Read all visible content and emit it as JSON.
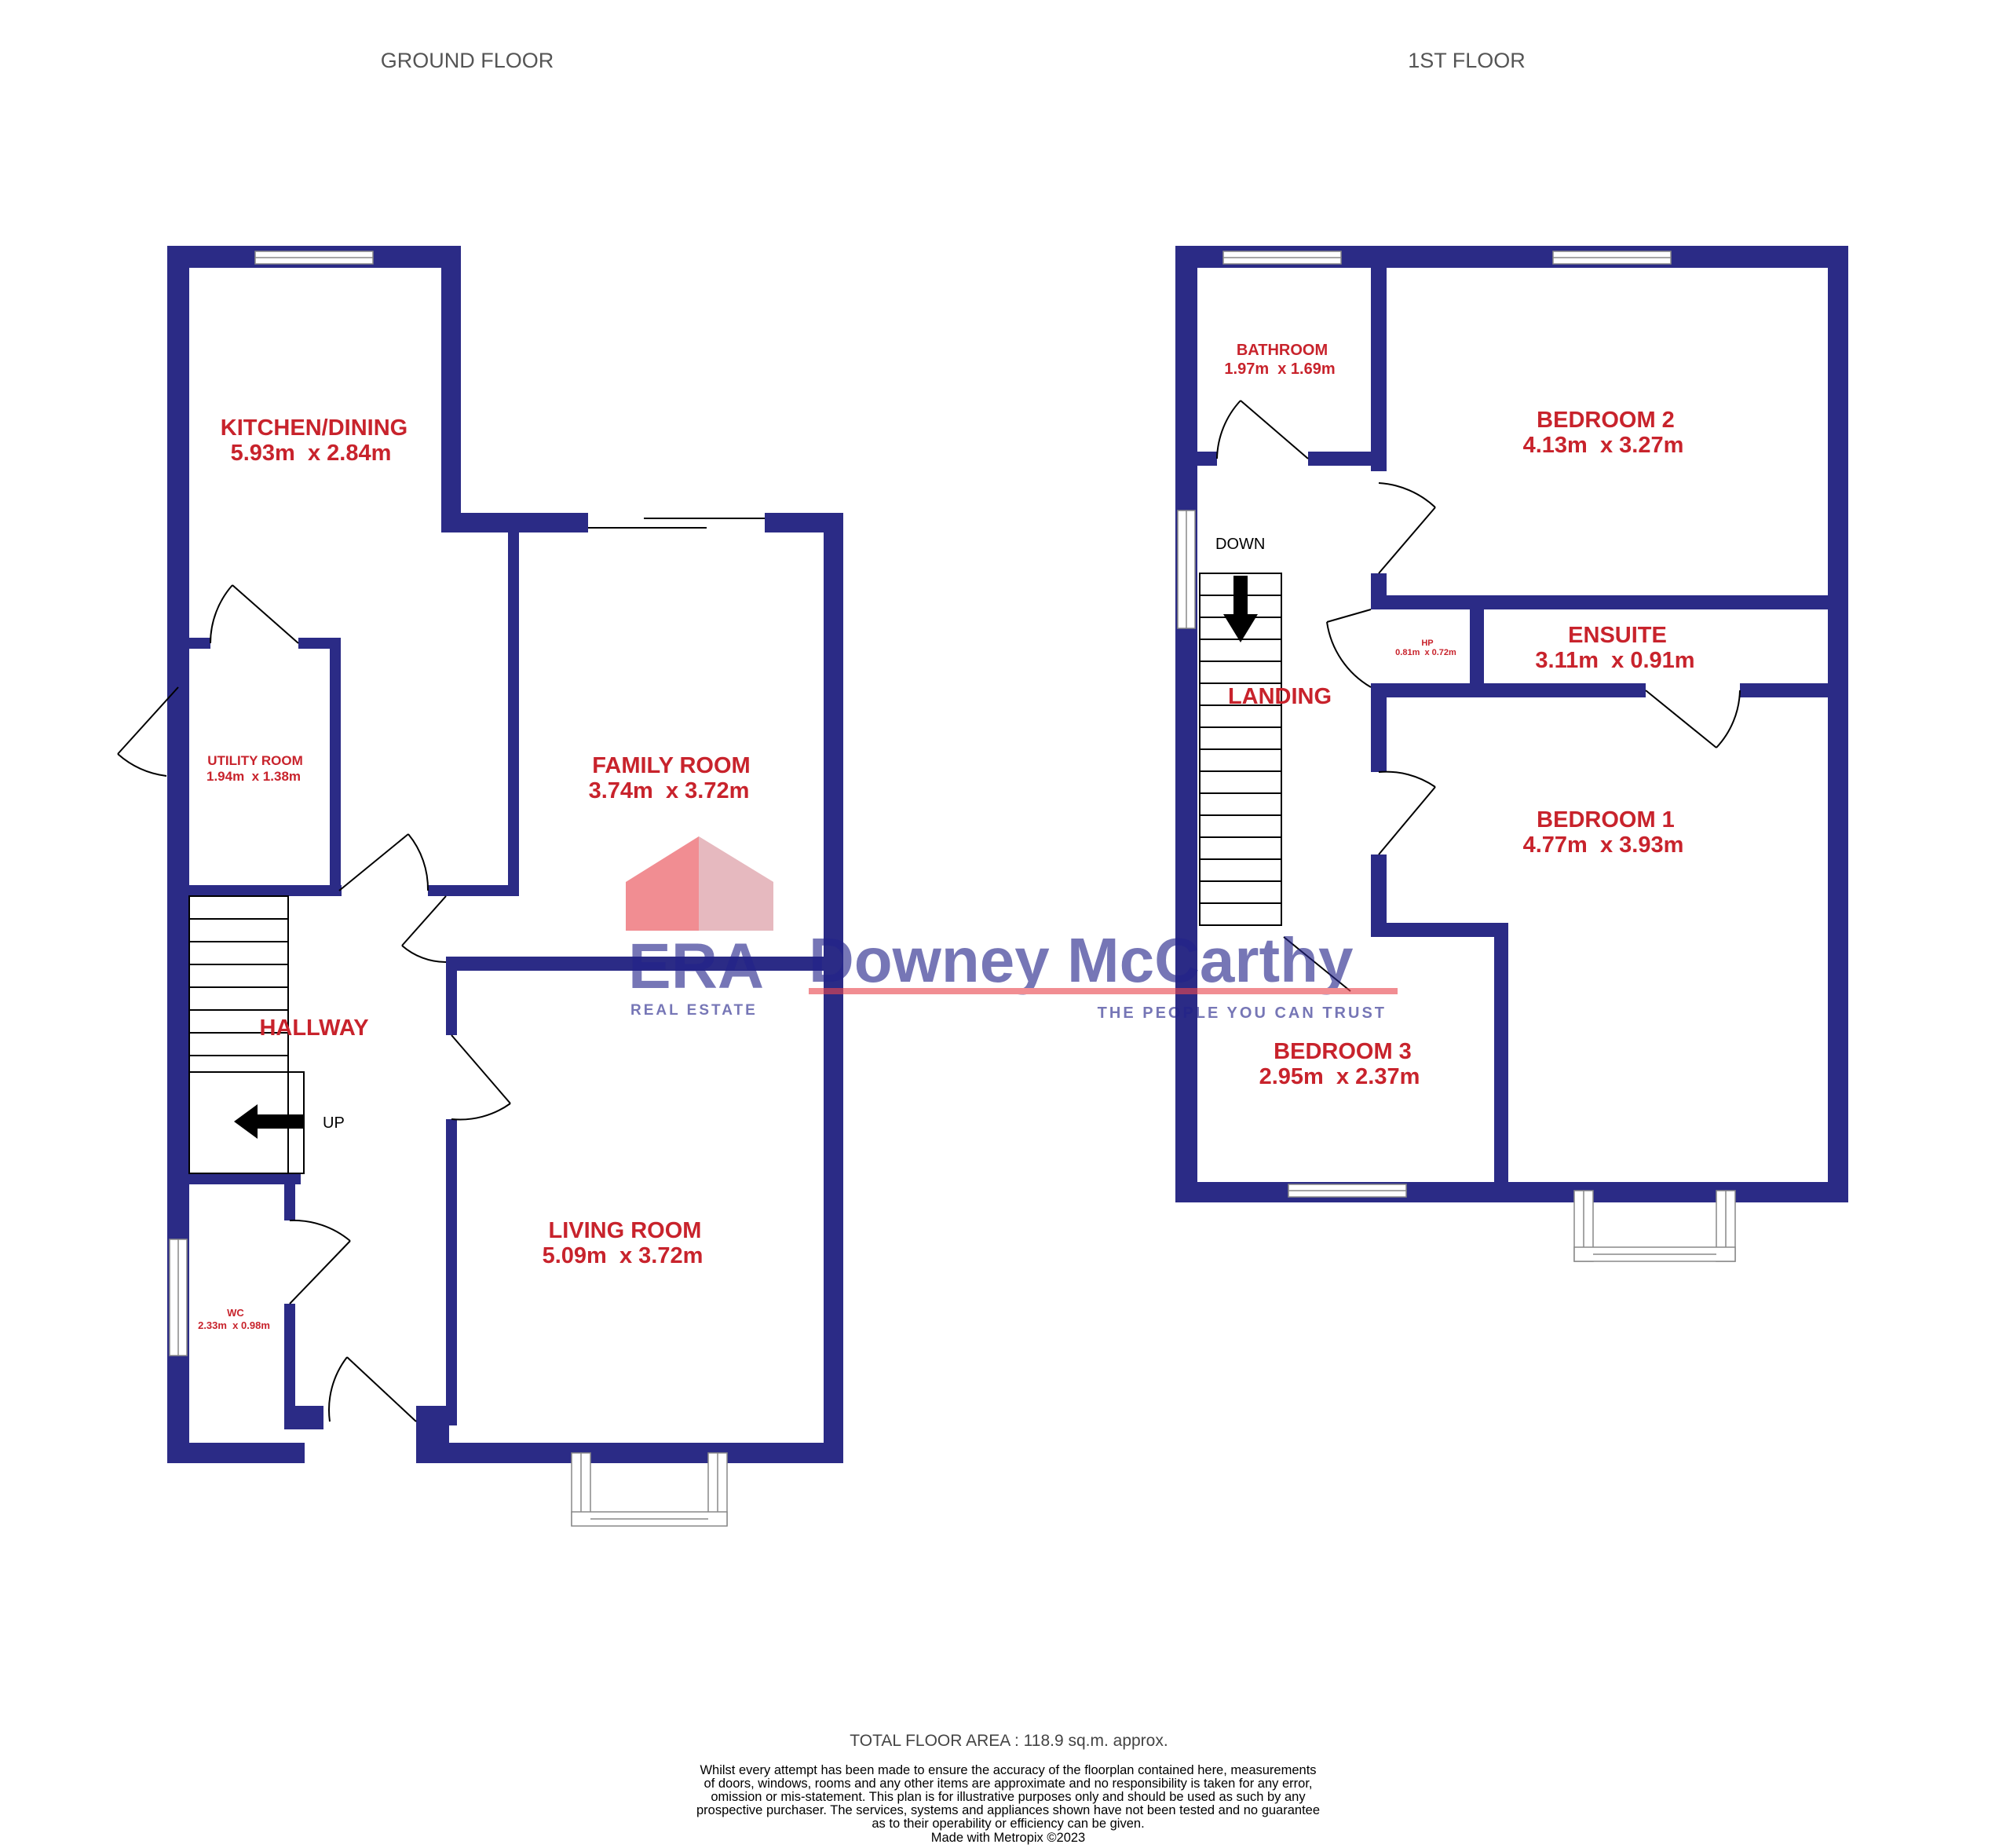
{
  "floors": {
    "ground": "GROUND FLOOR",
    "first": "1ST FLOOR"
  },
  "rooms": {
    "kitchen": {
      "name": "KITCHEN/DINING",
      "dims": "5.93m  x 2.84m"
    },
    "utility": {
      "name": "UTILITY ROOM",
      "dims": "1.94m  x 1.38m"
    },
    "family": {
      "name": "FAMILY ROOM",
      "dims": "3.74m  x 3.72m"
    },
    "hallway": {
      "name": "HALLWAY"
    },
    "wc": {
      "name": "WC",
      "dims": "2.33m  x 0.98m"
    },
    "living": {
      "name": "LIVING ROOM",
      "dims": "5.09m  x 3.72m"
    },
    "bathroom": {
      "name": "BATHROOM",
      "dims": "1.97m  x 1.69m"
    },
    "bedroom2": {
      "name": "BEDROOM 2",
      "dims": "4.13m  x 3.27m"
    },
    "hp": {
      "name": "HP",
      "dims": "0.81m  x 0.72m"
    },
    "ensuite": {
      "name": "ENSUITE",
      "dims": "3.11m  x 0.91m"
    },
    "landing": {
      "name": "LANDING"
    },
    "bedroom1": {
      "name": "BEDROOM 1",
      "dims": "4.77m  x 3.93m"
    },
    "bedroom3": {
      "name": "BEDROOM 3",
      "dims": "2.95m  x 2.37m"
    }
  },
  "stairs": {
    "up_label": "UP",
    "down_label": "DOWN"
  },
  "watermark": {
    "brand": "ERA",
    "brand_sub": "REAL ESTATE",
    "agency": "Downey McCarthy",
    "tagline": "THE PEOPLE YOU CAN TRUST"
  },
  "footer": {
    "total_area": "TOTAL FLOOR AREA : 118.9 sq.m. approx.",
    "disclaimer": [
      "Whilst every attempt has been made to ensure the accuracy of the floorplan contained here, measurements",
      "of doors, windows, rooms and any other items are approximate and no responsibility is taken for any error,",
      "omission or mis-statement. This plan is for illustrative purposes only and should be used as such by any",
      "prospective purchaser. The services, systems and appliances shown have not been tested and no guarantee",
      "as to their operability or efficiency can be given."
    ],
    "made_with": "Made with Metropix ©2023"
  },
  "colors": {
    "wall": "#2b2b86",
    "label": "#c8232c",
    "logo_red": "#e8474f",
    "logo_navy": "#23238a"
  }
}
